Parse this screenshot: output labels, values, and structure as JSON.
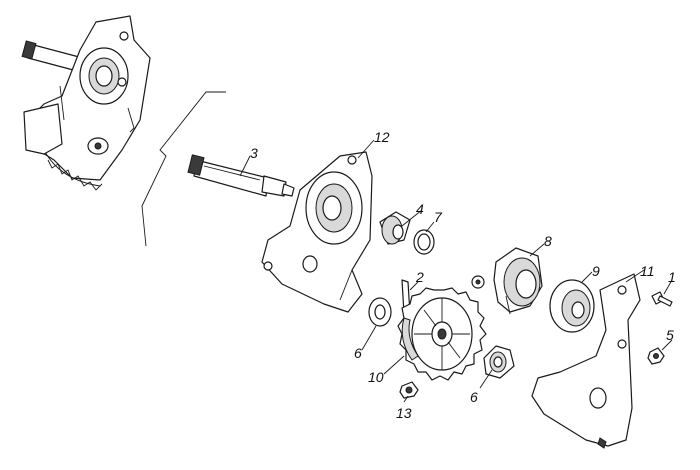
{
  "callouts": {
    "c1": "1",
    "c2": "2",
    "c3": "3",
    "c4": "4",
    "c5": "5",
    "c6a": "6",
    "c6b": "6",
    "c7": "7",
    "c8": "8",
    "c9": "9",
    "c10": "10",
    "c11": "11",
    "c12": "12",
    "c13": "13"
  },
  "colors": {
    "line": "#1a1a1a",
    "shade": "#d9d9d9",
    "background": "#ffffff"
  }
}
